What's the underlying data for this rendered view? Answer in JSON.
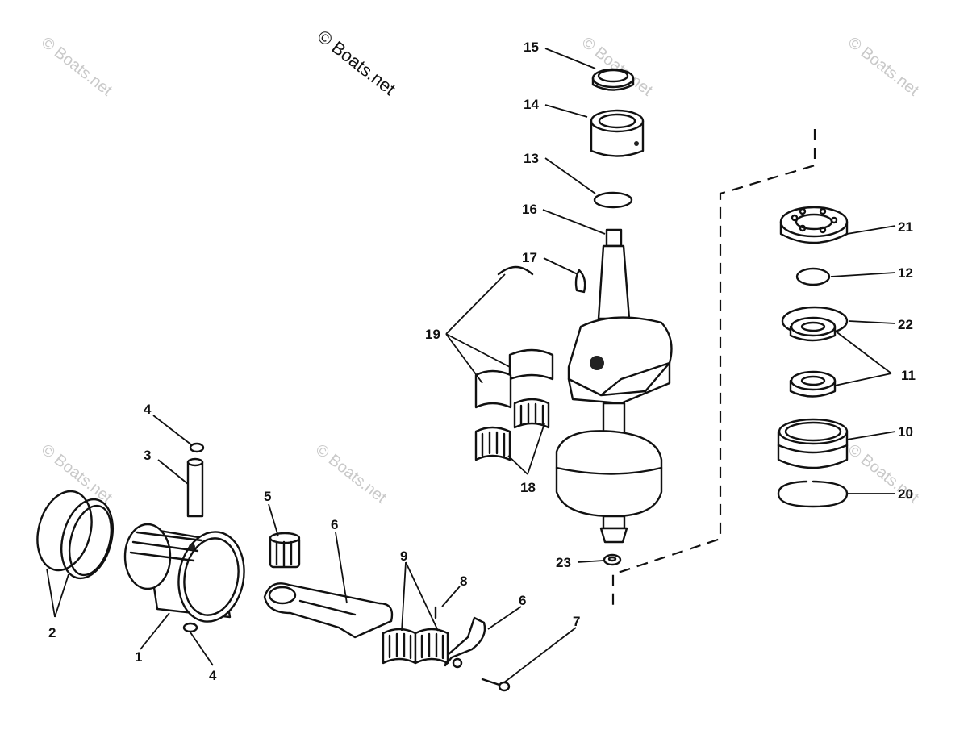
{
  "watermark": {
    "main_text": "© Boats.net",
    "faint_text": "© Boats.net"
  },
  "callouts": {
    "c1": "1",
    "c2": "2",
    "c3": "3",
    "c4a": "4",
    "c4b": "4",
    "c5": "5",
    "c6a": "6",
    "c6b": "6",
    "c7": "7",
    "c8": "8",
    "c9": "9",
    "c10": "10",
    "c11": "11",
    "c12": "12",
    "c13": "13",
    "c14": "14",
    "c15": "15",
    "c16": "16",
    "c17": "17",
    "c18": "18",
    "c19": "19",
    "c20": "20",
    "c21": "21",
    "c22": "22",
    "c23": "23"
  }
}
